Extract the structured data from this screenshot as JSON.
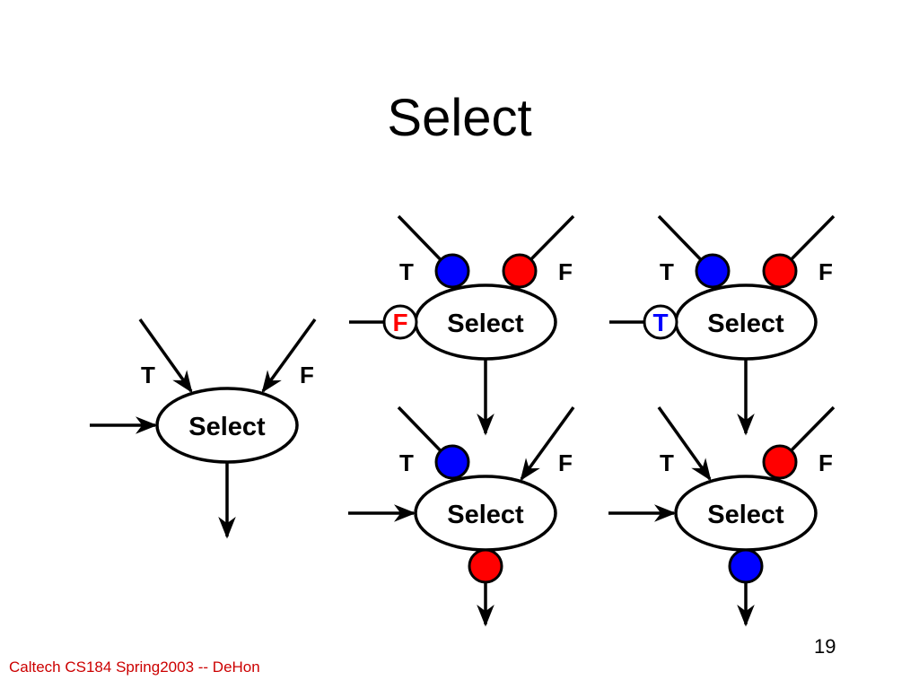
{
  "slide": {
    "title": "Select",
    "footer": "Caltech CS184 Spring2003 -- DeHon",
    "page_number": "19"
  },
  "diagram": {
    "node_label": "Select",
    "true_label": "T",
    "false_label": "F",
    "colors": {
      "true_token": "#0000ff",
      "false_token": "#ff0000",
      "line": "#000000"
    }
  }
}
